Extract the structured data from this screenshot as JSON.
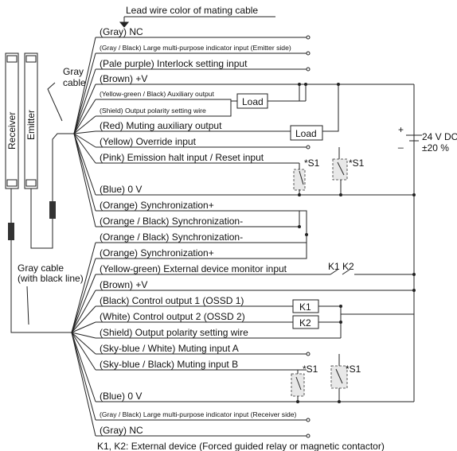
{
  "header": "Lead wire color of mating cable",
  "receiver": "Receiver",
  "emitter": "Emitter",
  "gray_cable": [
    "Gray",
    "cable"
  ],
  "gray_cable_black": [
    "Gray cable",
    "(with black line)"
  ],
  "emitter_wires": [
    "(Gray) NC",
    "(Gray / Black) Large multi-purpose indicator input (Emitter side)",
    "(Pale purple) Interlock setting input",
    "(Brown) +V",
    "(Yellow-green / Black) Auxiliary output",
    "(Shield) Output polarity setting wire",
    "(Red) Muting auxiliary output",
    "(Yellow) Override input",
    "(Pink) Emission halt input / Reset input",
    "(Blue) 0 V",
    "(Orange) Synchronization+",
    "(Orange / Black) Synchronization-"
  ],
  "receiver_wires": [
    "(Orange / Black) Synchronization-",
    "(Orange) Synchronization+",
    "(Yellow-green) External device monitor input",
    "(Brown) +V",
    "(Black) Control output 1 (OSSD 1)",
    "(White) Control output 2 (OSSD 2)",
    "(Shield) Output polarity setting wire",
    "(Sky-blue / White) Muting input A",
    "(Sky-blue / Black) Muting input B",
    "(Blue) 0 V",
    "(Gray / Black) Large multi-purpose indicator input (Receiver side)",
    "(Gray) NC"
  ],
  "load1": "Load",
  "load2": "Load",
  "k1": "K1",
  "k2": "K2",
  "k1k2": "K1 K2",
  "s1": "*S1",
  "plus": "+",
  "minus": "_",
  "supply": [
    "24 V DC",
    "±20 %"
  ],
  "footnote": "K1, K2: External device (Forced guided relay or magnetic contactor)"
}
